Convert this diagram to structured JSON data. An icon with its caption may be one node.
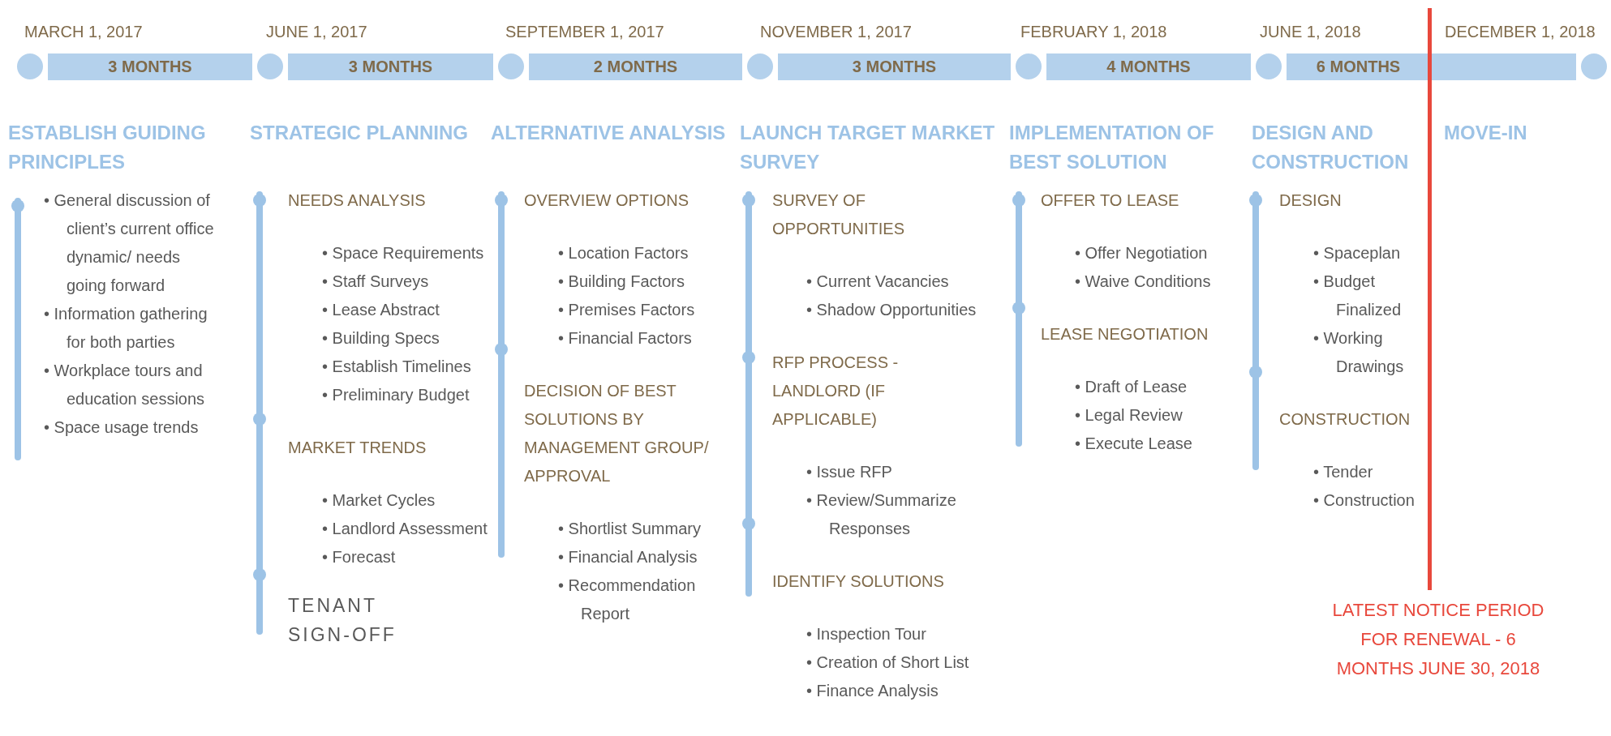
{
  "diagram": {
    "nodes": [
      {
        "text": [
          "3 MONTHS"
        ]
      },
      {
        "text": [
          "3 MONTHS"
        ]
      },
      {
        "text": [
          "2 MONTHS"
        ]
      },
      {
        "text": [
          "3 MONTHS"
        ]
      },
      {
        "text": [
          "4 MONTHS"
        ]
      },
      {
        "text": [
          "6 MONTHS"
        ]
      },
      {
        "text": [],
        "shape": "bar"
      }
    ],
    "labels": [
      "MARCH 1, 2017",
      "JUNE 1, 2017",
      "SEPTEMBER 1, 2017",
      "NOVEMBER 1, 2017",
      "FEBRUARY 1, 2018",
      "JUNE 1, 2018",
      "DECEMBER 1, 2018",
      "ESTABLISH GUIDING PRINCIPLES",
      "• General discussion of client’s current office dynamic/ needs going forward",
      "• Information gathering for both parties",
      "• Workplace tours and education sessions",
      "• Space usage trends",
      "STRATEGIC PLANNING",
      "NEEDS ANALYSIS",
      "• Space Requirements",
      "• Staff Surveys",
      "• Lease Abstract",
      "• Building Specs",
      "• Establish Timelines",
      "• Preliminary Budget",
      "MARKET TRENDS",
      "• Market Cycles",
      "• Landlord Assessment",
      "• Forecast",
      "TENANT SIGN-OFF",
      "ALTERNATIVE ANALYSIS",
      "OVERVIEW OPTIONS",
      "• Location Factors",
      "• Building Factors",
      "• Premises Factors",
      "• Financial Factors",
      "DECISION OF BEST SOLUTIONS BY MANAGEMENT GROUP/ APPROVAL",
      "• Shortlist Summary",
      "• Financial Analysis",
      "• Recommendation Report",
      "LAUNCH TARGET MARKET SURVEY",
      "SURVEY OF OPPORTUNITIES",
      "• Current Vacancies",
      "• Shadow Opportunities",
      "RFP PROCESS - LANDLORD (IF APPLICABLE)",
      "• Issue RFP",
      "• Review/Summarize Responses",
      "IDENTIFY SOLUTIONS",
      "• Inspection Tour",
      "• Creation of Short List",
      "• Finance Analysis",
      "IMPLEMENTATION OF BEST SOLUTION",
      "OFFER TO LEASE",
      "• Offer Negotiation",
      "• Waive Conditions",
      "LEASE NEGOTIATION",
      "• Draft of Lease",
      "• Legal Review",
      "• Execute Lease",
      "DESIGN AND CONSTRUCTION",
      "DESIGN",
      "• Spaceplan",
      "• Budget Finalized",
      "• Working Drawings",
      "CONSTRUCTION",
      "• Tender",
      "• Construction",
      "MOVE-IN",
      "LATEST NOTICE PERIOD FOR RENEWAL - 6 MONTHS JUNE 30, 2018"
    ]
  }
}
